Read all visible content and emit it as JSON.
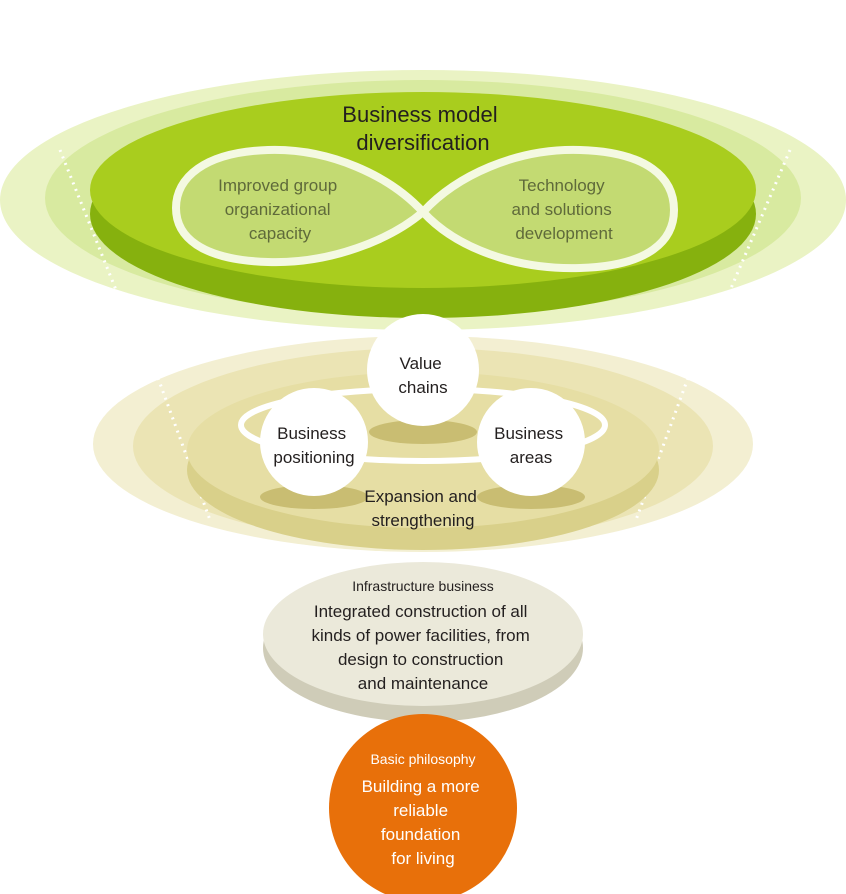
{
  "top_tier": {
    "title_lines": [
      "Business model",
      "diversification"
    ],
    "left_loop_lines": [
      "Improved group",
      "organizational",
      "capacity"
    ],
    "right_loop_lines": [
      "Technology",
      "and solutions",
      "development"
    ]
  },
  "middle_tier": {
    "value_chains_lines": [
      "Value",
      "chains"
    ],
    "business_positioning_lines": [
      "Business",
      "positioning"
    ],
    "business_areas_lines": [
      "Business",
      "areas"
    ],
    "expansion_lines": [
      "Expansion and",
      "strengthening"
    ]
  },
  "infrastructure": {
    "heading": "Infrastructure business",
    "body_lines": [
      "Integrated construction of all",
      "kinds of power facilities, from",
      "design to construction",
      "and maintenance"
    ]
  },
  "philosophy": {
    "heading": "Basic philosophy",
    "body_lines": [
      "Building a more",
      "reliable",
      "foundation",
      "for living"
    ]
  },
  "colors": {
    "top_green": "#a8cc1e",
    "top_green_dark": "#86b10e",
    "top_halo": "#e3efb6",
    "mid_khaki": "#e6dfa0",
    "mid_halo": "#f2eed0",
    "infra_gray": "#e8e6d6",
    "infra_edge": "#cfccb8",
    "orange": "#e8700a",
    "text_dark": "#231f1f",
    "text_muted": "#6b6b4a",
    "white": "#ffffff"
  }
}
